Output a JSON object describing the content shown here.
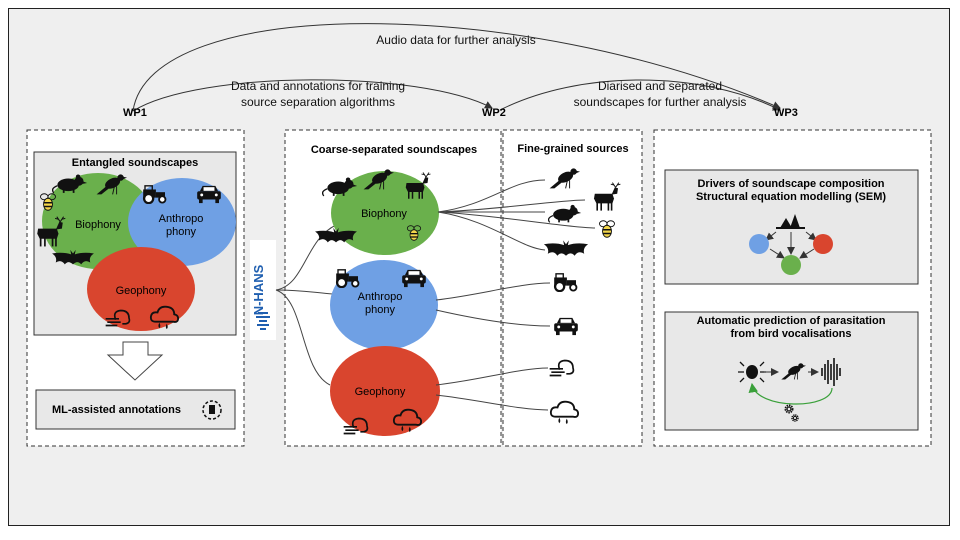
{
  "arrows": {
    "top_label": "Audio data for further analysis",
    "left_label_line1": "Data and annotations for training",
    "left_label_line2": "source separation algorithms",
    "right_label_line1": "Diarised and separated",
    "right_label_line2": "soundscapes for further analysis"
  },
  "work_packages": {
    "wp1": "WP1",
    "wp2": "WP2",
    "wp3": "WP3"
  },
  "wp1": {
    "title": "Entangled soundscapes",
    "biophony": "Biophony",
    "anthropo_line1": "Anthropo",
    "anthropo_line2": "phony",
    "geophony": "Geophony",
    "annotations": "ML-assisted annotations"
  },
  "logo": {
    "text": "N-HANS"
  },
  "wp2": {
    "coarse_title": "Coarse-separated soundscapes",
    "fine_title": "Fine-grained sources",
    "biophony": "Biophony",
    "anthropo_line1": "Anthropo",
    "anthropo_line2": "phony",
    "geophony": "Geophony"
  },
  "wp3": {
    "sem_line1": "Drivers of soundscape composition",
    "sem_line2": "Structural equation modelling (SEM)",
    "para_line1": "Automatic prediction of parasitation",
    "para_line2": "from bird vocalisations"
  },
  "colors": {
    "biophony": "#6ab04c",
    "anthropophony": "#6fa0e4",
    "geophony": "#d9452e",
    "frame_bg": "#efefef",
    "box_fill": "#e6e6e6"
  },
  "icons": [
    "rat-icon",
    "bird-icon",
    "bee-icon",
    "deer-icon",
    "bat-icon",
    "tractor-icon",
    "car-icon",
    "wind-icon",
    "rain-cloud-icon",
    "gear-icon",
    "parasite-icon",
    "sound-wave-icon"
  ]
}
